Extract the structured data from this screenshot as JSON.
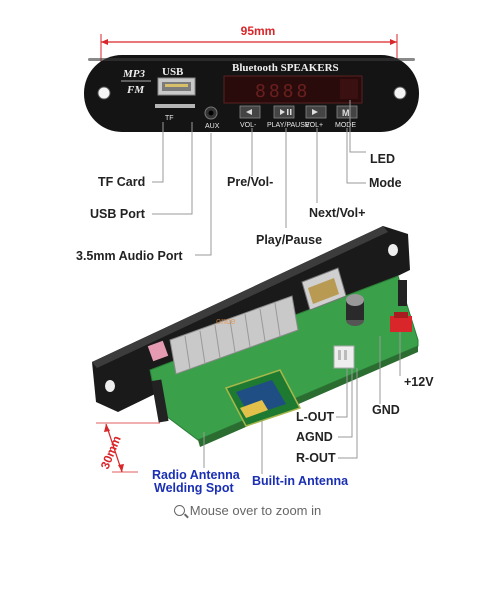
{
  "dimensions": {
    "width": "95mm",
    "depth": "30mm"
  },
  "front_panel": {
    "mp3_label": "MP3",
    "fm_label": "FM",
    "usb_label": "USB",
    "tf_label": "TF",
    "aux_label": "AUX",
    "brand_title": "Bluetooth SPEAKERS",
    "display_text": "8888",
    "buttons": [
      "VOL-",
      "PLAY/PAUSE",
      "VOL+",
      "MODE"
    ]
  },
  "labels": {
    "led": "LED",
    "mode": "Mode",
    "tf_card": "TF Card",
    "pre_vol": "Pre/Vol-",
    "usb_port": "USB Port",
    "next_vol": "Next/Vol+",
    "play_pause": "Play/Pause",
    "audio_port": "3.5mm Audio Port",
    "plus12v": "+12V",
    "gnd": "GND",
    "l_out": "L-OUT",
    "agnd": "AGND",
    "r_out": "R-OUT",
    "radio_antenna_line1": "Radio Antenna",
    "radio_antenna_line2": "Welding Spot",
    "builtin_antenna": "Built-in Antenna"
  },
  "watermark": "once",
  "zoom_hint": "Mouse over to zoom in",
  "colors": {
    "dimension": "#d9262a",
    "antenna_labels": "#1a2fb3",
    "pcb": "#3aa04a"
  }
}
